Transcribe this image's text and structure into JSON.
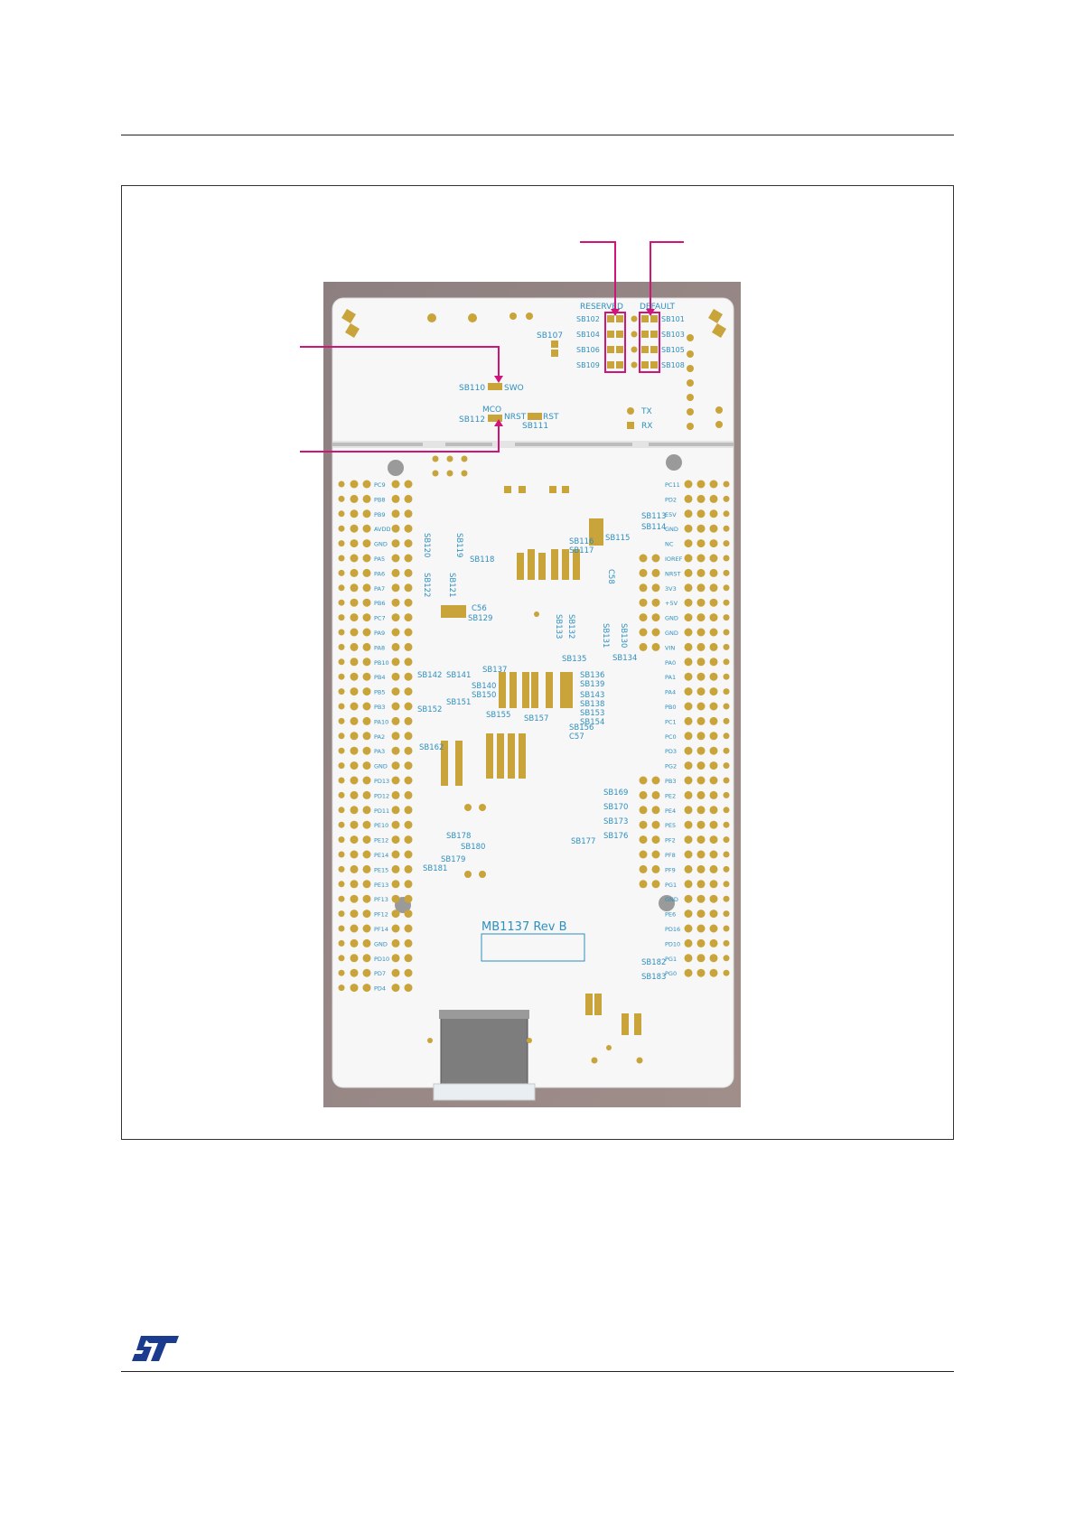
{
  "page": {
    "background": "#ffffff"
  },
  "colors": {
    "callout": "#d0157a",
    "pad": "#c9a43a",
    "silk": "#2f8fbf",
    "board_edge": "#8d7f80",
    "logo": "#1b3c8e"
  },
  "figure": {
    "board_marking": "MB1137 Rev B",
    "top_labels": {
      "reserved": "RESERVED",
      "default": "DEFAULT",
      "sb102": "SB102",
      "sb104": "SB104",
      "sb106": "SB106",
      "sb109": "SB109",
      "sb101": "SB101",
      "sb103": "SB103",
      "sb105": "SB105",
      "sb108": "SB108",
      "sb107": "SB107",
      "sb110": "SB110",
      "swo": "SWO",
      "mco": "MCO",
      "sb112": "SB112",
      "nrst": "NRST",
      "rst": "RST",
      "sb111": "SB111",
      "tx": "TX",
      "rx": "RX"
    },
    "mid_labels": {
      "sb113": "SB113",
      "sb114": "SB114",
      "sb115": "SB115",
      "sb116": "SB116",
      "sb117": "SB117",
      "sb118": "SB118",
      "sb119": "SB119",
      "sb120": "SB120",
      "sb121": "SB121",
      "sb122": "SB122",
      "c55": "C56",
      "sb129": "SB129",
      "c58": "C58",
      "sb130": "SB130",
      "sb131": "SB131",
      "sb132": "SB132",
      "sb133": "SB133",
      "sb134": "SB134",
      "sb135": "SB135",
      "sb136": "SB136",
      "sb137": "SB137",
      "sb138": "SB138",
      "sb139": "SB139",
      "sb140": "SB140",
      "sb141": "SB141",
      "sb142": "SB142",
      "sb143": "SB143",
      "sb150": "SB150",
      "sb151": "SB151",
      "sb152": "SB152",
      "sb153": "SB153",
      "sb154": "SB154",
      "sb155": "SB155",
      "sb156": "SB156",
      "sb157": "SB157",
      "c57": "C57",
      "sb162": "SB162",
      "sb169": "SB169",
      "sb170": "SB170",
      "sb173": "SB173",
      "sb176": "SB176",
      "sb177": "SB177",
      "sb178": "SB178",
      "sb179": "SB179",
      "sb180": "SB180",
      "sb181": "SB181",
      "sb182": "SB182",
      "sb183": "SB183"
    },
    "left_header_pins": [
      "PC9",
      "PB8",
      "PB9",
      "AVDD",
      "GND",
      "PA5",
      "PA6",
      "PA7",
      "PB6",
      "PC7",
      "PA9",
      "PA8",
      "PB10",
      "PB4",
      "PB5",
      "PB3",
      "PA10",
      "PA2",
      "PA3",
      "GND",
      "PD13",
      "PD12",
      "PD11",
      "PE10",
      "PE12",
      "PE14",
      "PE15",
      "PE13",
      "PF13",
      "PF12",
      "PF14",
      "GND",
      "PD10",
      "PD7",
      "PD4"
    ],
    "right_header_pins": [
      "PC11",
      "PD2",
      "E5V",
      "GND",
      "NC",
      "IOREF",
      "NRST",
      "3V3",
      "+5V",
      "GND",
      "GND",
      "VIN",
      "PA0",
      "PA1",
      "PA4",
      "PB0",
      "PC1",
      "PC0",
      "PD3",
      "PG2",
      "PB3",
      "PE2",
      "PE4",
      "PE5",
      "PF2",
      "PF8",
      "PF9",
      "PG1",
      "GND",
      "PE6",
      "PD16",
      "PD10",
      "PG1",
      "PG0"
    ]
  }
}
